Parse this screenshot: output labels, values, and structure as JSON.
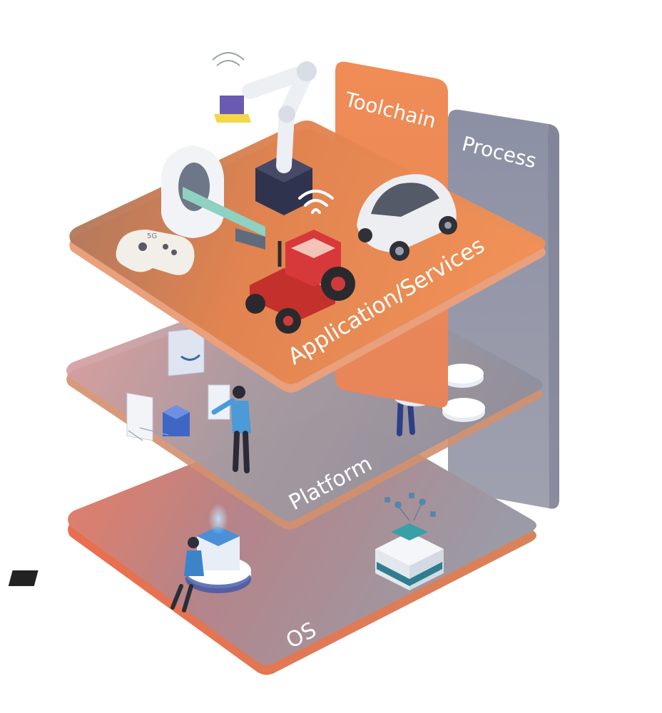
{
  "labels": {
    "toolchain": "Toolchain",
    "process": "Process",
    "application": "Application/Services",
    "platform": "Platform",
    "os": "OS"
  },
  "icons": {
    "controller_text": "5G"
  },
  "colors": {
    "toolchain": "#ee8d5a",
    "process": "#8b8ea3",
    "application": "#e9834f",
    "platform": "#9b8f96",
    "os": "#c18077"
  }
}
